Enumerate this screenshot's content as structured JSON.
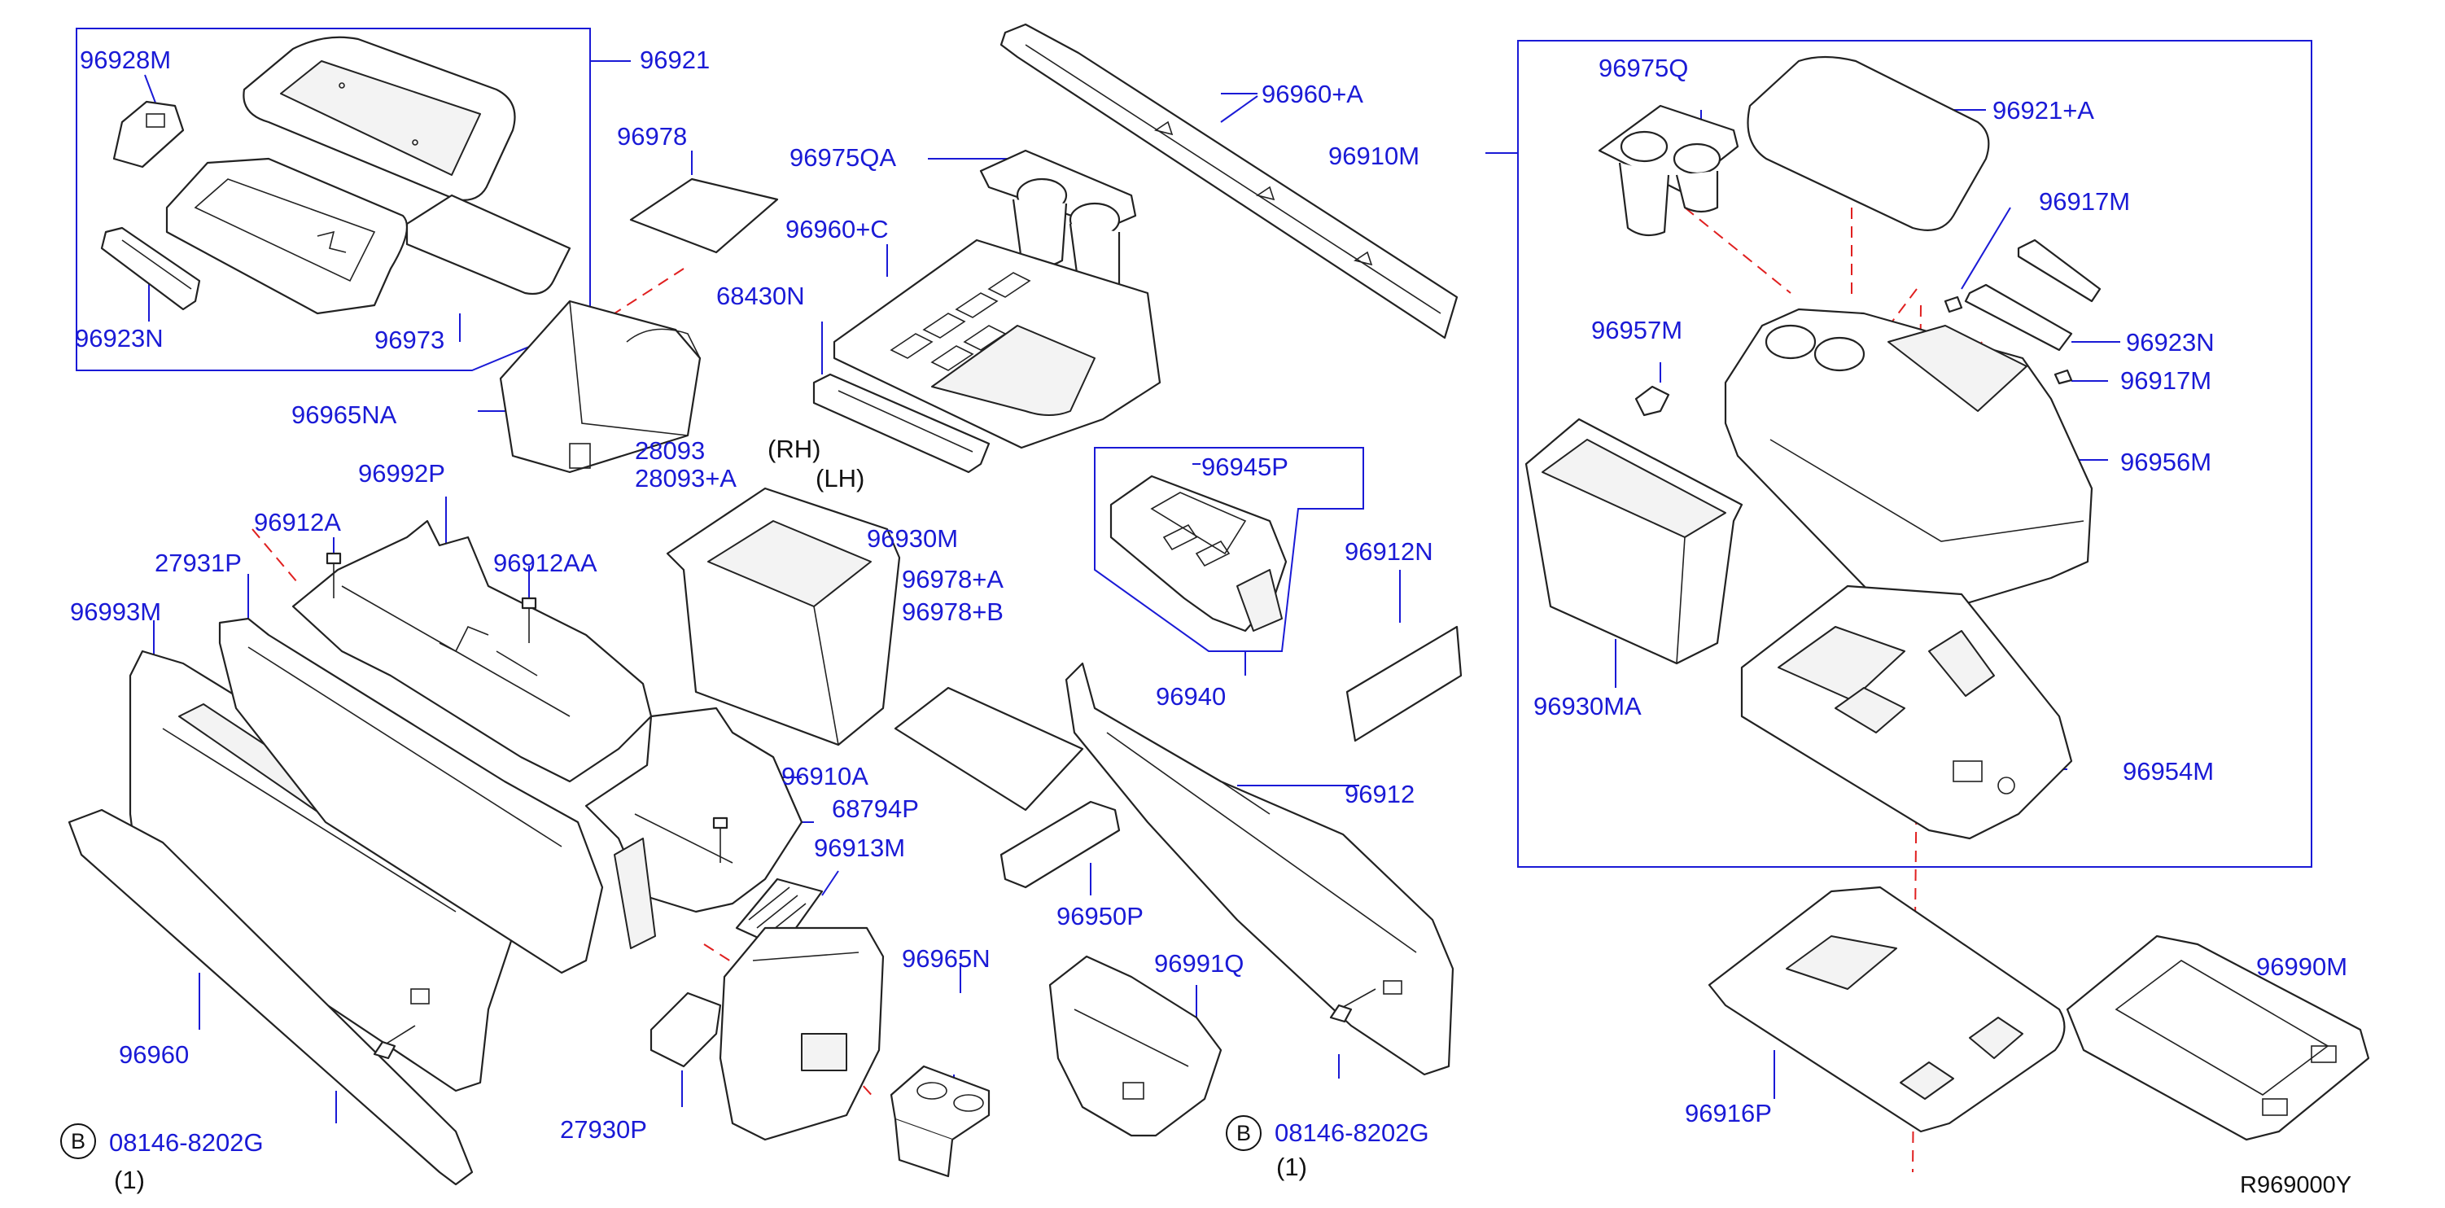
{
  "diagram": {
    "ref_code": "R969000Y",
    "parts": {
      "p96928M": "96928M",
      "p96921": "96921",
      "p96978": "96978",
      "p96975QA": "96975QA",
      "p96960A": "96960+A",
      "p96910M": "96910M",
      "p96975Q": "96975Q",
      "p96921A": "96921+A",
      "p96917M_a": "96917M",
      "p96923N_l": "96923N",
      "p96973": "96973",
      "p96960C": "96960+C",
      "p68430N": "68430N",
      "p96957M": "96957M",
      "p96923N_r": "96923N",
      "p96917M_b": "96917M",
      "p96965NA": "96965NA",
      "p28093": "28093",
      "p28093A": "28093+A",
      "p96956M": "96956M",
      "p96992P": "96992P",
      "p96945P": "96945P",
      "p96930M": "96930M",
      "p96912A": "96912A",
      "p96912AA": "96912AA",
      "p27931P": "27931P",
      "p96912N": "96912N",
      "p96978A": "96978+A",
      "p96978B": "96978+B",
      "p96993M": "96993M",
      "p96930MA": "96930MA",
      "p96940": "96940",
      "p96910A": "96910A",
      "p96912": "96912",
      "p96954M": "96954M",
      "p68794P": "68794P",
      "p96913M": "96913M",
      "p96950P": "96950P",
      "p96965N": "96965N",
      "p96991Q": "96991Q",
      "p96990M": "96990M",
      "p96960": "96960",
      "p96916P": "96916P",
      "p27930P": "27930P",
      "bolt_left": "08146-8202G",
      "bolt_right": "08146-8202G"
    },
    "notes": {
      "rh": "(RH)",
      "lh": "(LH)",
      "qty_left": "(1)",
      "qty_right": "(1)",
      "bolt_marker_left": "B",
      "bolt_marker_right": "B"
    },
    "colors": {
      "label": "#1a1ad6",
      "leader": "#1a1ad6",
      "hidden_line": "#e02020",
      "outline": "#222222"
    }
  }
}
